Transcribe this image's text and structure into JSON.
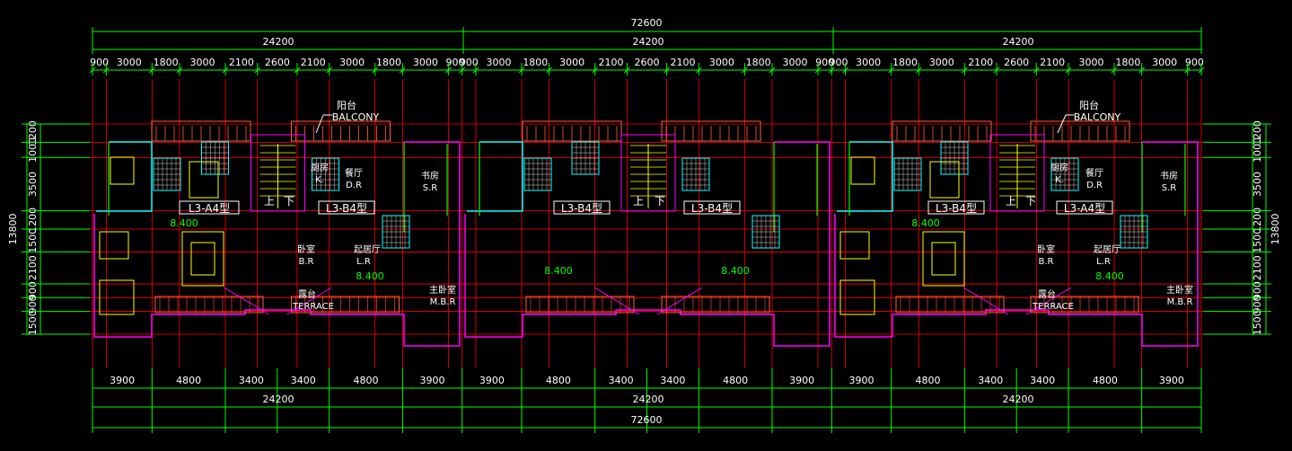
{
  "drawing": {
    "overall_total": "72600",
    "unit_totals": [
      "24200",
      "24200",
      "24200"
    ],
    "top_segments": [
      [
        "900",
        "3000",
        "1800",
        "3000",
        "2100",
        "2600",
        "2100",
        "3000",
        "1800",
        "3000",
        "900"
      ],
      [
        "900",
        "3000",
        "1800",
        "3000",
        "2100",
        "2600",
        "2100",
        "3000",
        "1800",
        "3000",
        "900"
      ],
      [
        "900",
        "3000",
        "1800",
        "3000",
        "2100",
        "2600",
        "2100",
        "3000",
        "1800",
        "3000",
        "900"
      ]
    ],
    "bottom_segments": [
      "3900",
      "4800",
      "3400",
      "3400",
      "4800",
      "3900",
      "3900",
      "4800",
      "3400",
      "3400",
      "4800",
      "3900",
      "3900",
      "4800",
      "3400",
      "3400",
      "4800",
      "3900"
    ],
    "bottom_unit_totals": [
      "24200",
      "24200",
      "24200"
    ],
    "bottom_overall_total": "72600",
    "side_total": "13800",
    "side_segments": [
      "1200",
      "1000",
      "3500",
      "1200",
      "1500",
      "2100",
      "900",
      "900",
      "1500"
    ],
    "balcony_labels": [
      {
        "cn": "阳台",
        "en": "BALCONY"
      },
      {
        "cn": "阳台",
        "en": "BALCONY"
      }
    ],
    "terrace_labels": [
      {
        "cn": "露台",
        "en": "TERRACE"
      },
      {
        "cn": "露台",
        "en": "TERRACE"
      }
    ],
    "rooms": {
      "kitchen": {
        "cn": "厨房",
        "en": "K."
      },
      "dining": {
        "cn": "餐厅",
        "en": "D.R"
      },
      "study": {
        "cn": "书房",
        "en": "S.R"
      },
      "bedroom": {
        "cn": "卧室",
        "en": "B.R"
      },
      "living": {
        "cn": "起居厅",
        "en": "L.R"
      },
      "master": {
        "cn": "主卧室",
        "en": "M.B.R"
      }
    },
    "unit_tags": [
      "L3-A4型",
      "L3-B4型",
      "L3-B4型",
      "L3-B4型",
      "L3-B4型",
      "L3-A4型"
    ],
    "stair": {
      "up": "上",
      "down": "下"
    },
    "level": "8.400"
  },
  "colors": {
    "background": "#000000",
    "dimension_line": "#00ff00",
    "axis_line": "#ff0000",
    "wall": "#ff00ff",
    "wall_alt": "#00ffff",
    "furniture": "#ffff00",
    "railing": "#ff6040",
    "text": "#ffffff"
  }
}
